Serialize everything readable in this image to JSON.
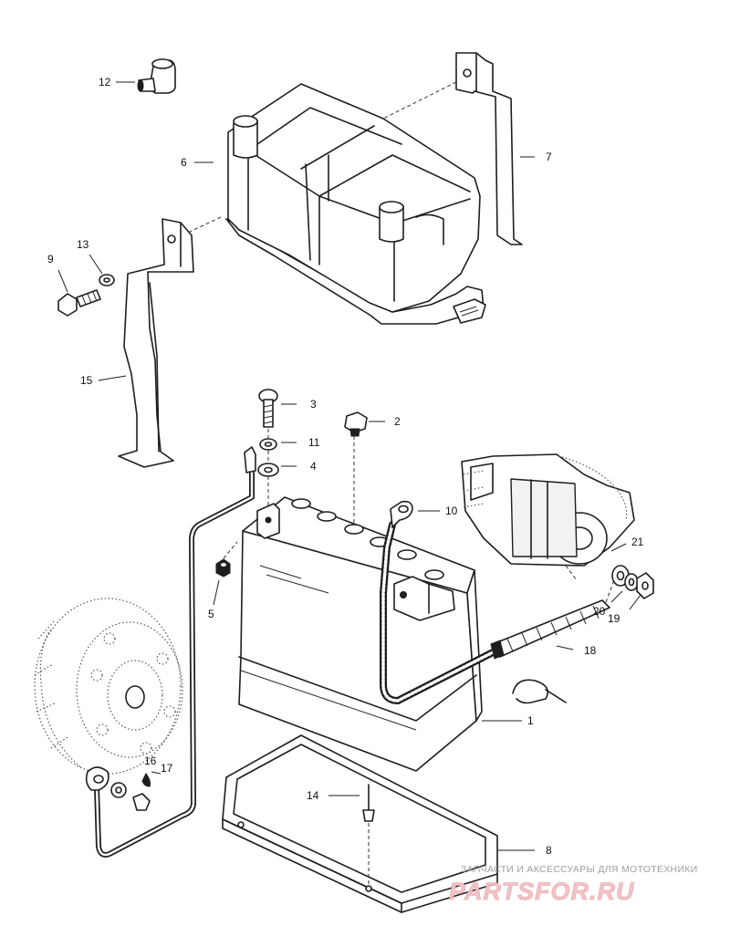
{
  "diagram": {
    "callouts": [
      {
        "id": "c12",
        "text": "12"
      },
      {
        "id": "c6",
        "text": "6"
      },
      {
        "id": "c7",
        "text": "7"
      },
      {
        "id": "c9",
        "text": "9"
      },
      {
        "id": "c13",
        "text": "13"
      },
      {
        "id": "c15",
        "text": "15"
      },
      {
        "id": "c3",
        "text": "3"
      },
      {
        "id": "c2",
        "text": "2"
      },
      {
        "id": "c11",
        "text": "11"
      },
      {
        "id": "c4",
        "text": "4"
      },
      {
        "id": "c10",
        "text": "10"
      },
      {
        "id": "c5",
        "text": "5"
      },
      {
        "id": "c21",
        "text": "21"
      },
      {
        "id": "c20",
        "text": "20"
      },
      {
        "id": "c19",
        "text": "19"
      },
      {
        "id": "c18",
        "text": "18"
      },
      {
        "id": "c1",
        "text": "1"
      },
      {
        "id": "c16",
        "text": "16"
      },
      {
        "id": "c17",
        "text": "17"
      },
      {
        "id": "c14",
        "text": "14"
      },
      {
        "id": "c8",
        "text": "8"
      }
    ]
  },
  "watermark": {
    "tagline": "ЗАПЧАСТИ И АКСЕССУАРЫ ДЛЯ МОТОТЕХНИКИ",
    "brand": "PARTSFOR.RU"
  }
}
